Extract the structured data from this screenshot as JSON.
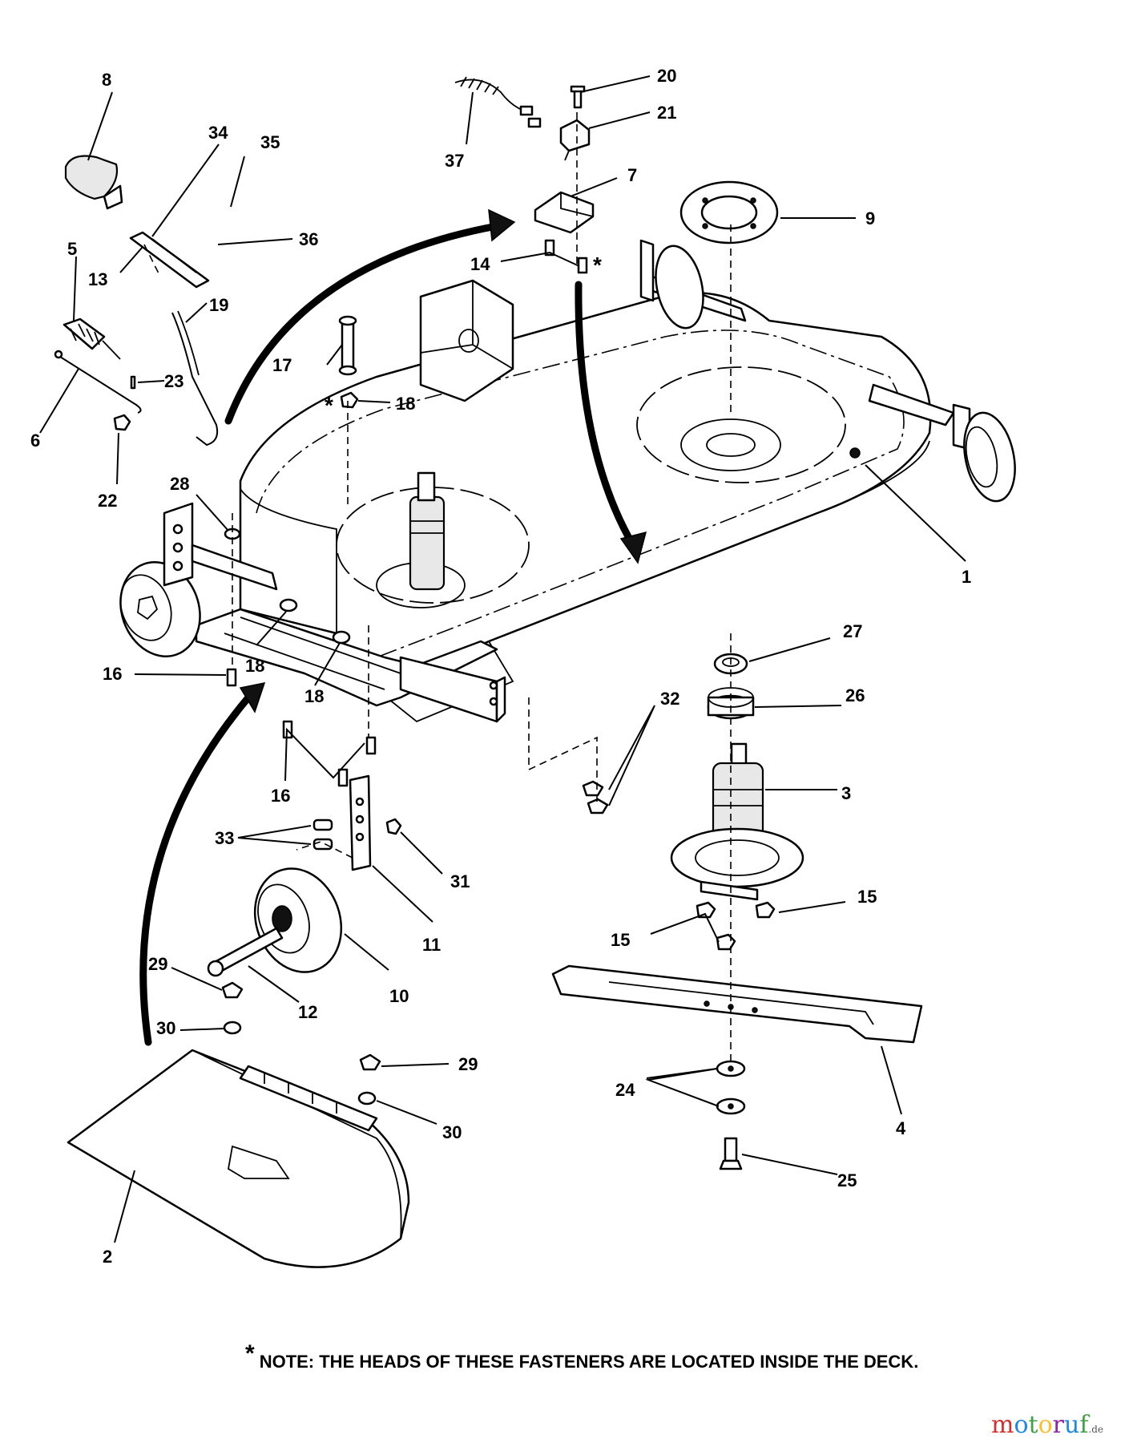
{
  "callouts": [
    "1",
    "2",
    "3",
    "4",
    "5",
    "6",
    "7",
    "8",
    "9",
    "10",
    "11",
    "12",
    "13",
    "14",
    "15",
    "15",
    "16",
    "16",
    "17",
    "18",
    "18",
    "18",
    "19",
    "20",
    "21",
    "22",
    "23",
    "24",
    "25",
    "26",
    "27",
    "28",
    "29",
    "29",
    "30",
    "30",
    "31",
    "32",
    "33",
    "34",
    "35",
    "36",
    "37"
  ],
  "asterisk": "*",
  "note": "NOTE: THE HEADS OF THESE FASTENERS ARE LOCATED INSIDE THE DECK.",
  "watermark": {
    "name": "motoruf",
    "tld": ".de",
    "colors": [
      "#d32f2f",
      "#1e88e5",
      "#43a047",
      "#fbc02d",
      "#8e24aa",
      "#1e88e5",
      "#43a047"
    ]
  }
}
